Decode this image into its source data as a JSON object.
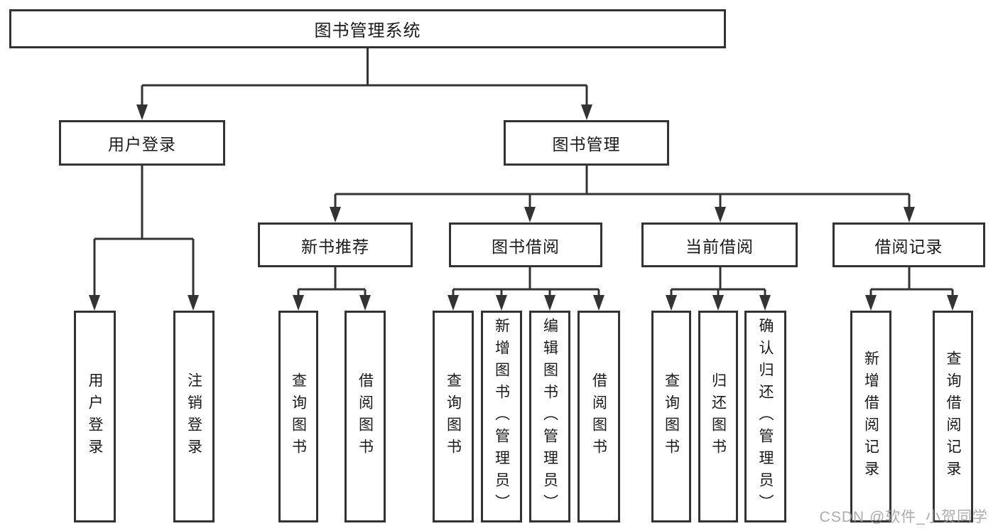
{
  "diagram": {
    "title": "图书管理系统",
    "root": {
      "label": "图书管理系统"
    },
    "level2": [
      {
        "label": "用户登录"
      },
      {
        "label": "图书管理"
      }
    ],
    "level3": [
      {
        "label": "新书推荐"
      },
      {
        "label": "图书借阅"
      },
      {
        "label": "当前借阅"
      },
      {
        "label": "借阅记录"
      }
    ],
    "leaves": {
      "user_login": [
        "用户登录",
        "注销登录"
      ],
      "new_books": [
        "查询图书",
        "借阅图书"
      ],
      "book_borrow": [
        "查询图书",
        "新增图书（管理员）",
        "编辑图书（管理员）",
        "借阅图书"
      ],
      "current_borrow": [
        "查询图书",
        "归还图书",
        "确认归还（管理员）"
      ],
      "borrow_records": [
        "新增借阅记录",
        "查询借阅记录"
      ]
    }
  },
  "colors": {
    "line": "#333333",
    "text": "#1a1a1a",
    "background": "#ffffff",
    "watermark": "#9e9e9e"
  },
  "watermark": {
    "text": "CSDN @软件_小贺同学"
  }
}
